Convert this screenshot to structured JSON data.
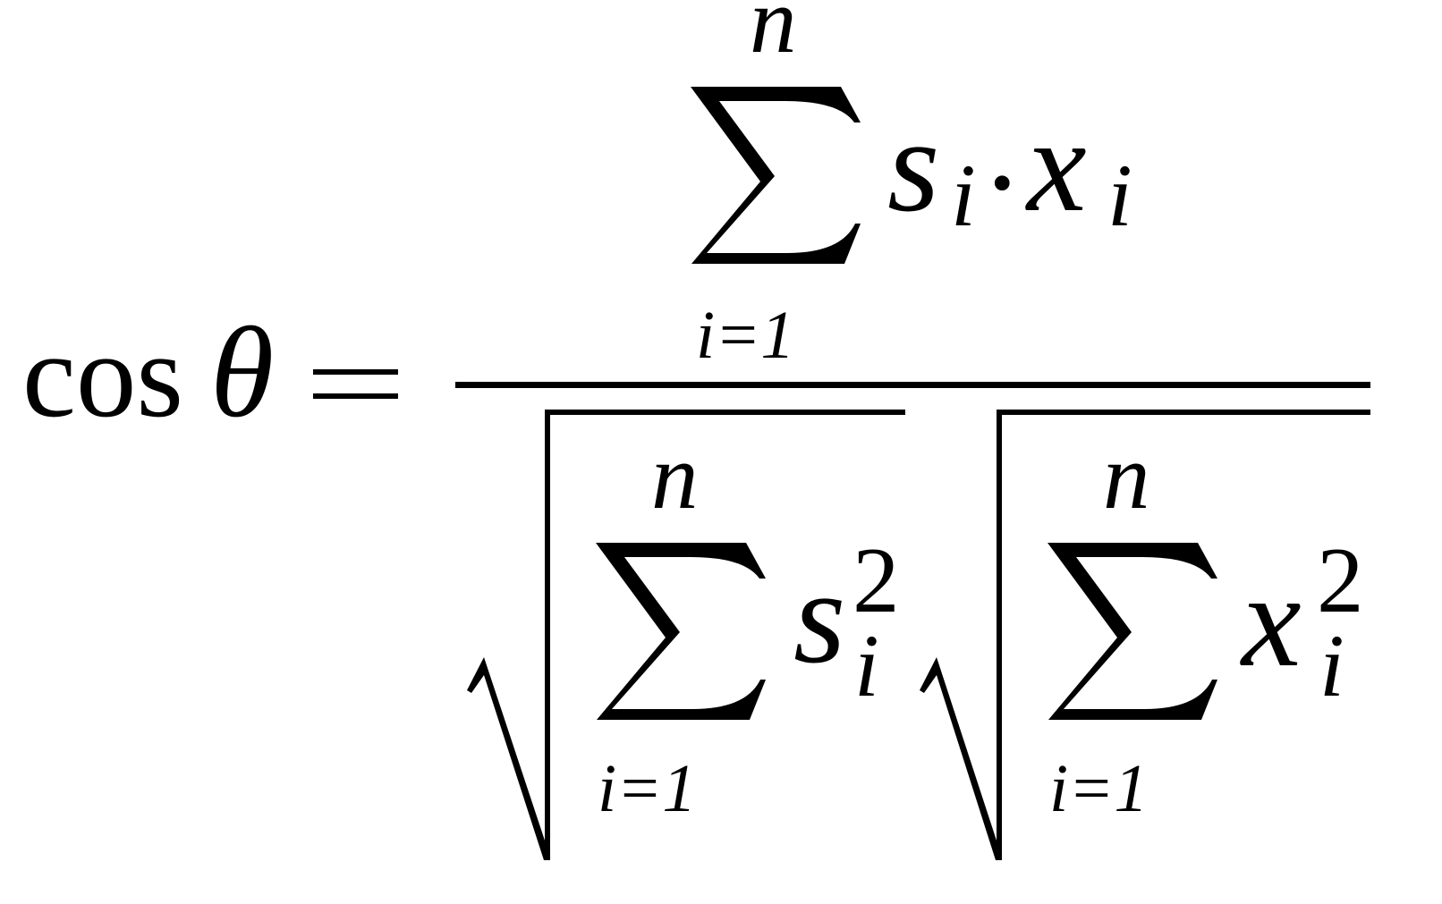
{
  "formula": {
    "lhs": {
      "func": "cos",
      "var": "θ",
      "equals": "="
    },
    "numerator": {
      "sum_upper": "n",
      "sum_lower": "i=1",
      "term_a": "s",
      "term_a_sub": "i",
      "operator": "•",
      "term_b": "x",
      "term_b_sub": "i"
    },
    "denominator": [
      {
        "sum_upper": "n",
        "sum_lower": "i=1",
        "term": "s",
        "sub": "i",
        "sup": "2"
      },
      {
        "sum_upper": "n",
        "sum_lower": "i=1",
        "term": "x",
        "sub": "i",
        "sup": "2"
      }
    ]
  }
}
